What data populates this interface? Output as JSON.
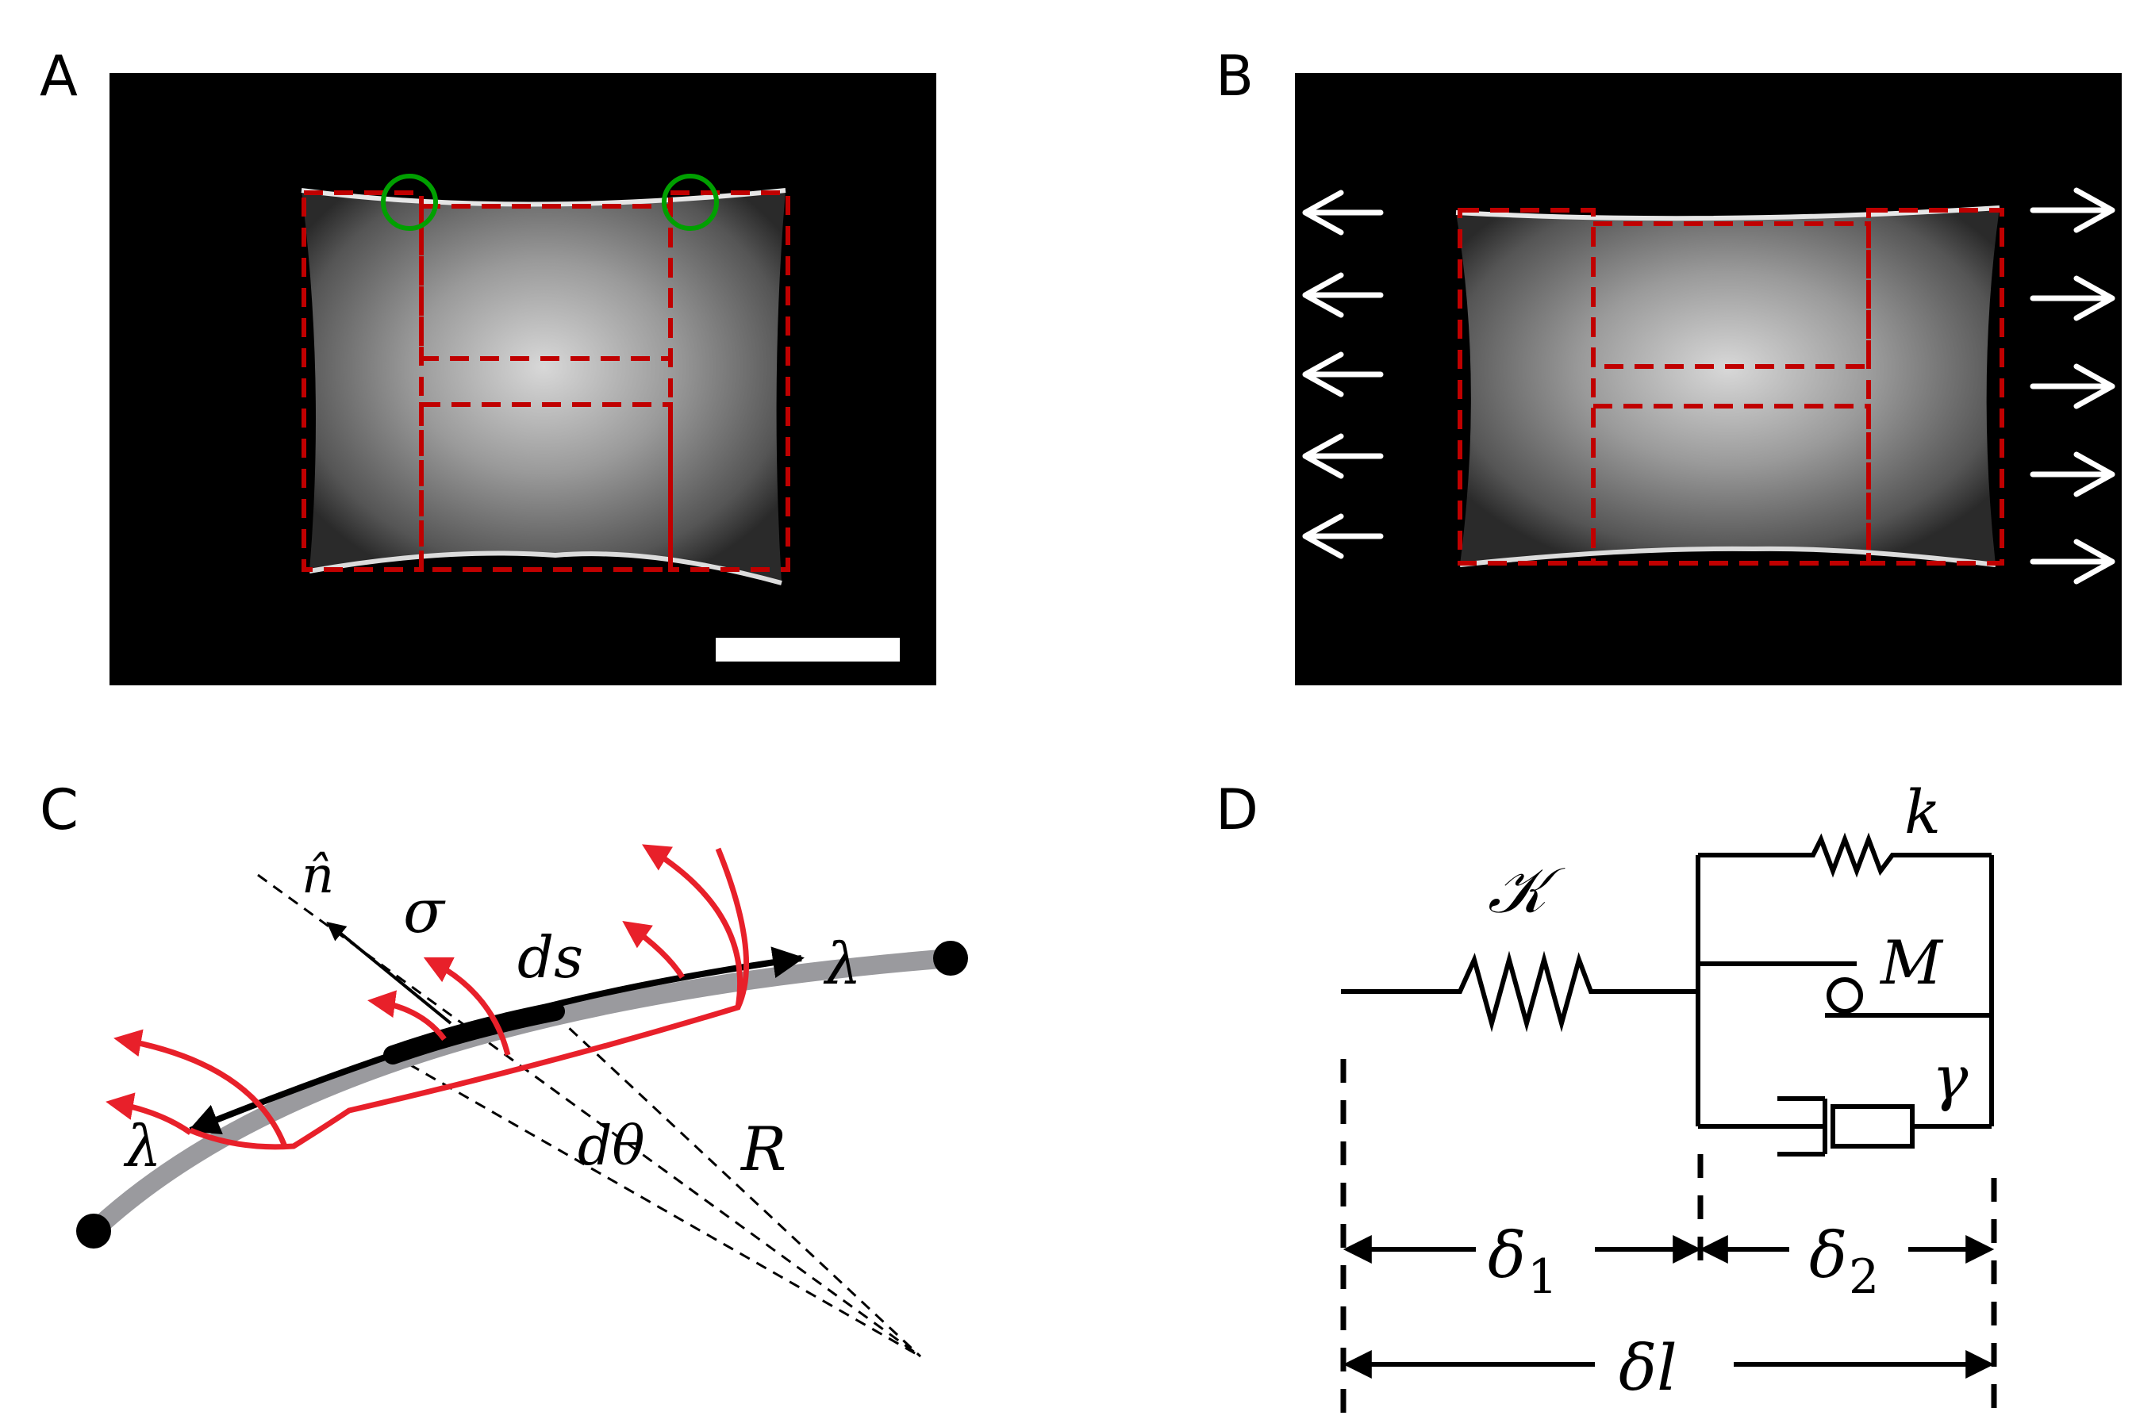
{
  "panels": {
    "a": {
      "label": "A"
    },
    "b": {
      "label": "B"
    },
    "c": {
      "label": "C"
    },
    "d": {
      "label": "D"
    }
  },
  "symbols": {
    "c": {
      "n_hat": "n̂",
      "sigma": "σ",
      "ds": "ds",
      "lambda_right": "λ",
      "lambda_left": "λ",
      "dtheta": "dθ",
      "R": "R"
    },
    "d": {
      "K": "𝒦",
      "k": "k",
      "M": "M",
      "gamma": "γ",
      "delta_1": "δ",
      "delta_1_sub": "1",
      "delta_2": "δ",
      "delta_2_sub": "2",
      "delta_l": "δl"
    }
  },
  "colors": {
    "roi": "#c00000",
    "marker_circle": "#00a000",
    "force_arrow": "#e8202a",
    "filament": "#9a9a9e"
  }
}
